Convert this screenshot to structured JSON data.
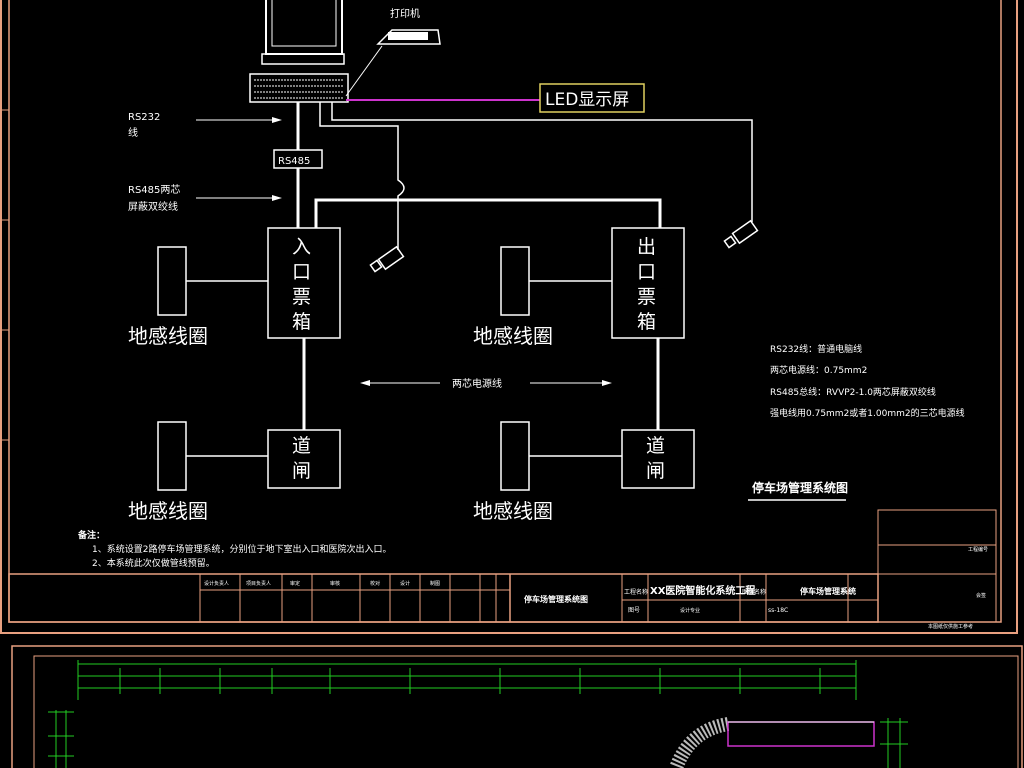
{
  "labels": {
    "printer": "打印机",
    "led": "LED显示屏",
    "rs232": "RS232",
    "rs232_line": "线",
    "rs485_box": "RS485",
    "rs485_two": "RS485两芯",
    "rs485_two_2": "屏蔽双绞线",
    "entry_box": [
      "入",
      "口",
      "票",
      "箱"
    ],
    "exit_box": [
      "出",
      "口",
      "票",
      "箱"
    ],
    "gate": [
      "道",
      "闸"
    ],
    "loop": "地感线圈",
    "power_cable": "两芯电源线"
  },
  "legend": [
    "RS232线：普通电脑线",
    "两芯电源线：0.75mm2",
    "RS485总线：RVVP2-1.0两芯屏蔽双绞线",
    "强电线用0.75mm2或者1.00mm2的三芯电源线"
  ],
  "diagram_title": "停车场管理系统图",
  "notes": {
    "title": "备注：",
    "lines": [
      "1、系统设置2路停车场管理系统，分别位于地下室出入口和医院次出入口。",
      "2、本系统此次仅做管线预留。"
    ]
  },
  "title_block": {
    "project_prefix": "工程名称",
    "project_name": "XX医院智能化系统工程",
    "drawing_name_left": "停车场管理系统图",
    "drawing_name_right": "停车场管理系统",
    "sheet_no": "图号",
    "code": "ss-18C",
    "design_label": "设计专业",
    "stage_label": "图纸名称",
    "row_top": [
      "设计负责人",
      "项目负责人",
      "审定",
      "审核",
      "校对",
      "设计",
      "制图"
    ],
    "small_right": "工程编号",
    "small_right_2": "会签",
    "small_bottom": "本图纸仅供施工参考"
  }
}
